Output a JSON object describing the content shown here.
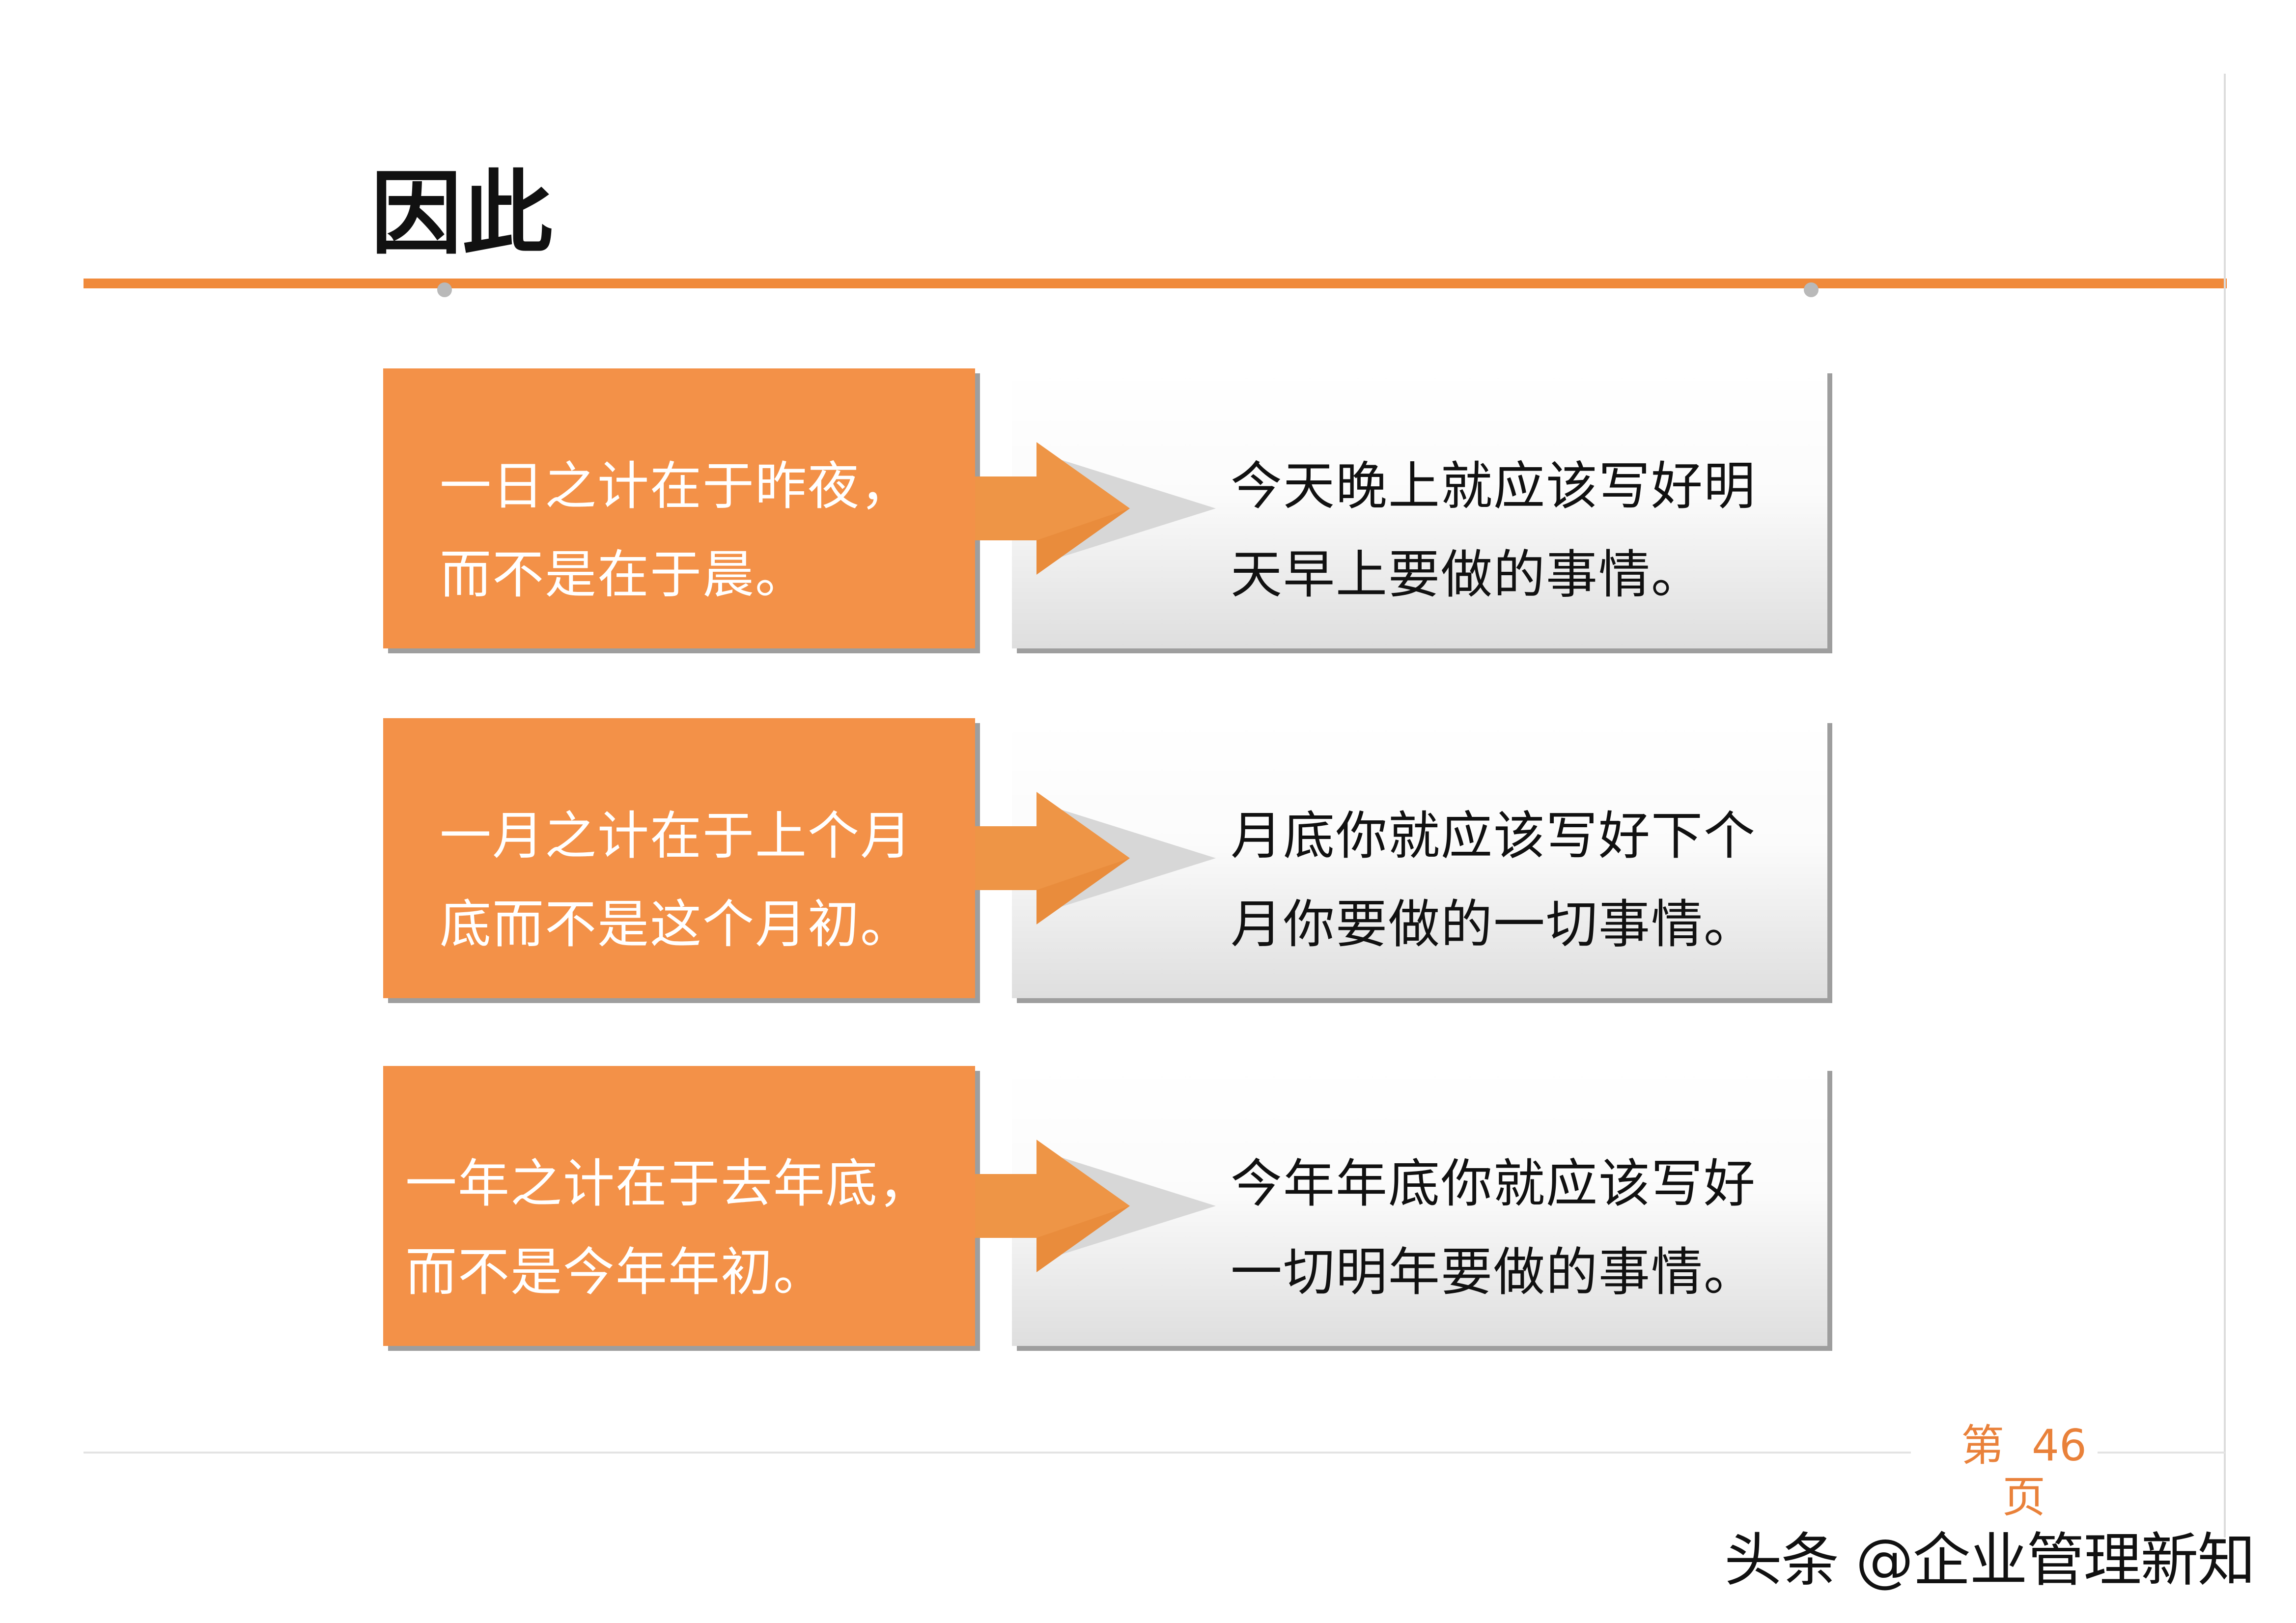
{
  "slide": {
    "title": "因此",
    "rows": [
      {
        "left_lines": [
          "一日之计在于昨夜，",
          "而不是在于晨。"
        ],
        "right_lines": [
          "今天晚上就应该写好明",
          "天早上要做的事情。"
        ]
      },
      {
        "left_lines": [
          "一月之计在于上个月",
          "底而不是这个月初。"
        ],
        "right_lines": [
          "月底你就应该写好下个",
          "月你要做的一切事情。"
        ]
      },
      {
        "left_lines": [
          "一年之计在于去年底，",
          "而不是今年年初。"
        ],
        "right_lines": [
          "今年年底你就应该写好",
          "一切明年要做的事情。"
        ]
      }
    ],
    "page_label_prefix": "第",
    "page_number": "46",
    "page_label_suffix": "页"
  },
  "watermark": "头条 @企业管理新知",
  "colors": {
    "accent_orange": "#f08a3b",
    "box_orange": "#f39148",
    "page_number": "#e9813a"
  }
}
